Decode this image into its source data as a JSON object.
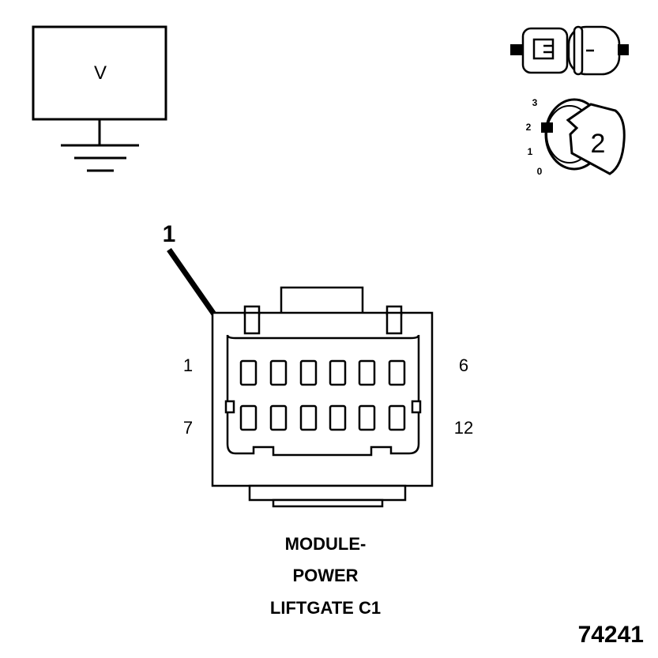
{
  "meter": {
    "label": "V"
  },
  "ignition": {
    "positions": [
      "3",
      "2",
      "1",
      "0"
    ],
    "selected": "2"
  },
  "callout": {
    "number": "1"
  },
  "connector": {
    "pin_labels": {
      "top_left": "1",
      "top_right": "6",
      "bottom_left": "7",
      "bottom_right": "12"
    },
    "caption": [
      "MODULE-",
      "POWER",
      "LIFTGATE C1"
    ]
  },
  "figure_number": "74241"
}
